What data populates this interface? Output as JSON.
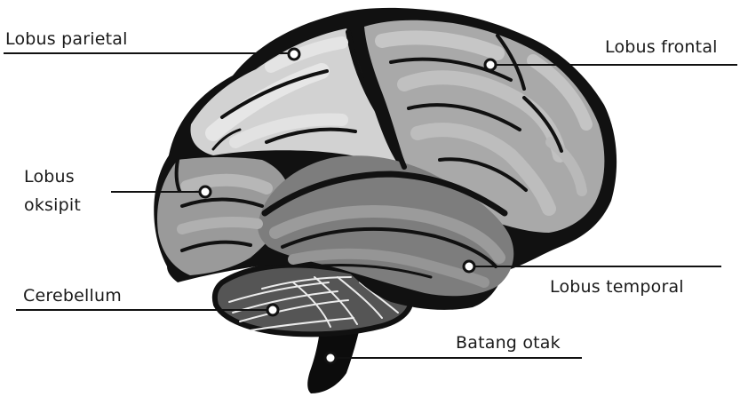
{
  "diagram": {
    "labels": {
      "parietal": "Lobus parietal",
      "frontal": "Lobus frontal",
      "occipital_line1": "Lobus",
      "occipital_line2": "oksipit",
      "cerebellum": "Cerebellum",
      "temporal": "Lobus temporal",
      "brainstem": "Batang otak"
    },
    "colors": {
      "outline": "#111111",
      "frontal_fill": "#a9a9a9",
      "parietal_fill": "#d2d2d2",
      "occipital_fill": "#9a9a9a",
      "temporal_fill": "#7d7d7d",
      "cerebellum_fill": "#555555",
      "stem_fill": "#0c0c0c",
      "gyrus_highlight": "#c4c4c4",
      "leader_line": "#111111"
    }
  }
}
